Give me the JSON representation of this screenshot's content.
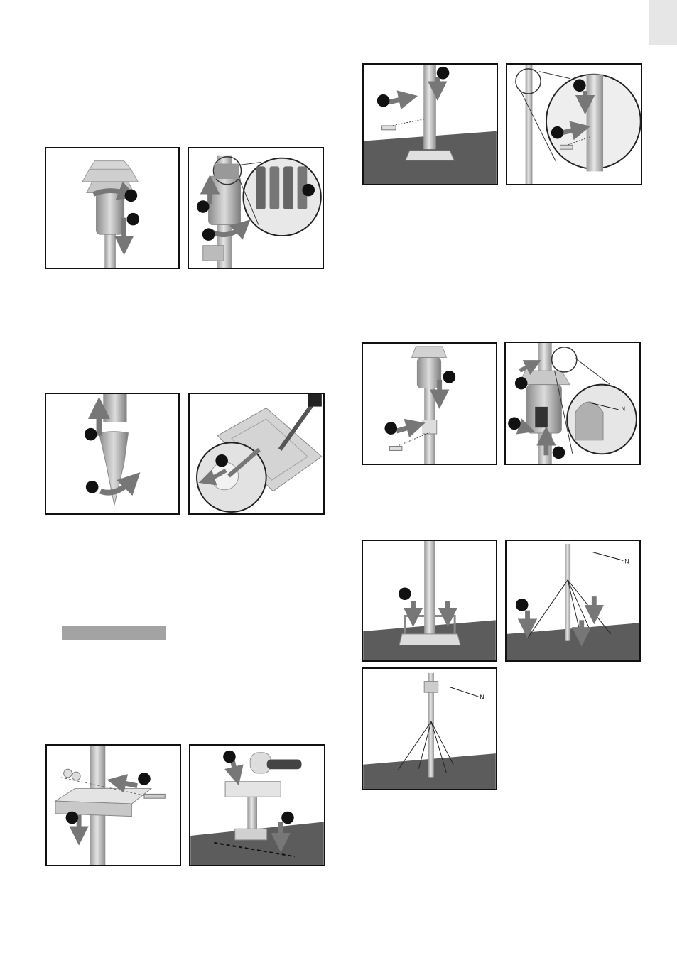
{
  "page": {
    "corner_tab_color": "#e6e6e6",
    "highlight_bar_color": "#a3a3a3"
  },
  "icons": {
    "step_marker": "black-circle-step-icon",
    "arrow": "grey-arrow-icon",
    "north": "north-arrow-icon"
  },
  "figures": [
    {
      "id": "battery-cover-removal",
      "steps": 2
    },
    {
      "id": "battery-insertion",
      "steps": 3
    },
    {
      "id": "ground-spike-removal",
      "steps": 2
    },
    {
      "id": "base-screw-tightening",
      "steps": 1
    },
    {
      "id": "base-mounting-bolt",
      "steps": 2
    },
    {
      "id": "base-hammer-install",
      "steps": 2
    },
    {
      "id": "mast-on-base",
      "steps": 2
    },
    {
      "id": "mast-screw-detail",
      "steps": 2
    },
    {
      "id": "sensor-mount",
      "steps": 2
    },
    {
      "id": "sensor-alignment-north",
      "steps": 3
    },
    {
      "id": "base-brackets",
      "steps": 1
    },
    {
      "id": "guy-wires",
      "steps": 1
    },
    {
      "id": "completed-station",
      "steps": 0
    }
  ],
  "north_label": "N"
}
